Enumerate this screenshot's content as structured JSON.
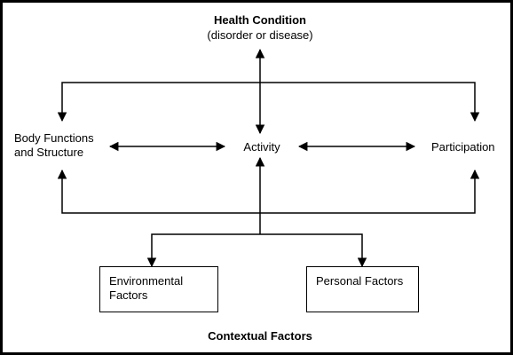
{
  "diagram": {
    "health_condition": {
      "title": "Health Condition",
      "subtitle": "(disorder or disease)"
    },
    "body_functions": {
      "line1": "Body Functions",
      "line2": "and Structure"
    },
    "activity": "Activity",
    "participation": "Participation",
    "environmental_factors": {
      "line1": "Environmental",
      "line2": "Factors"
    },
    "personal_factors": "Personal Factors",
    "contextual_factors": "Contextual Factors"
  }
}
